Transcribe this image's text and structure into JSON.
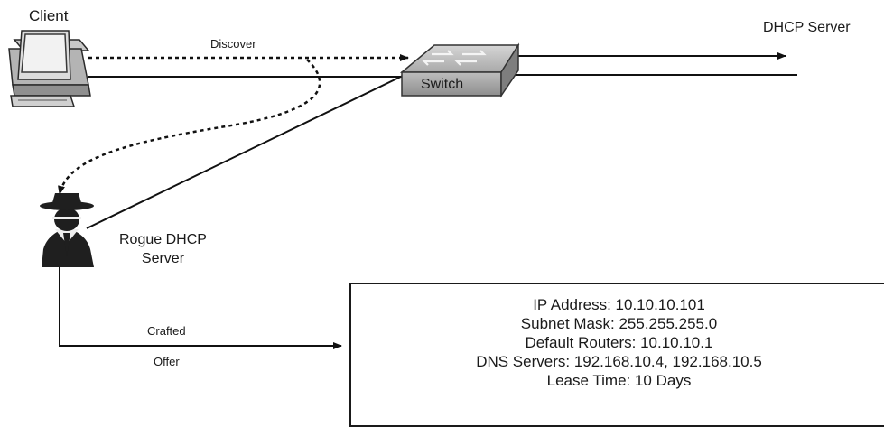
{
  "labels": {
    "client": "Client",
    "dhcp_server": "DHCP Server",
    "rogue_line1": "Rogue DHCP",
    "rogue_line2": "Server",
    "switch": "Switch",
    "discover": "Discover",
    "crafted": "Crafted",
    "offer": "Offer"
  },
  "offer_details": {
    "ip_address": "IP Address: 10.10.10.101",
    "subnet_mask": "Subnet Mask: 255.255.255.0",
    "default_routers": "Default Routers: 10.10.10.1",
    "dns_servers": "DNS Servers: 192.168.10.4, 192.168.10.5",
    "lease_time": "Lease Time: 10 Days"
  },
  "icons": {
    "client": "desktop-computer-icon",
    "switch": "network-switch-icon",
    "rogue": "hacker-spy-icon"
  }
}
